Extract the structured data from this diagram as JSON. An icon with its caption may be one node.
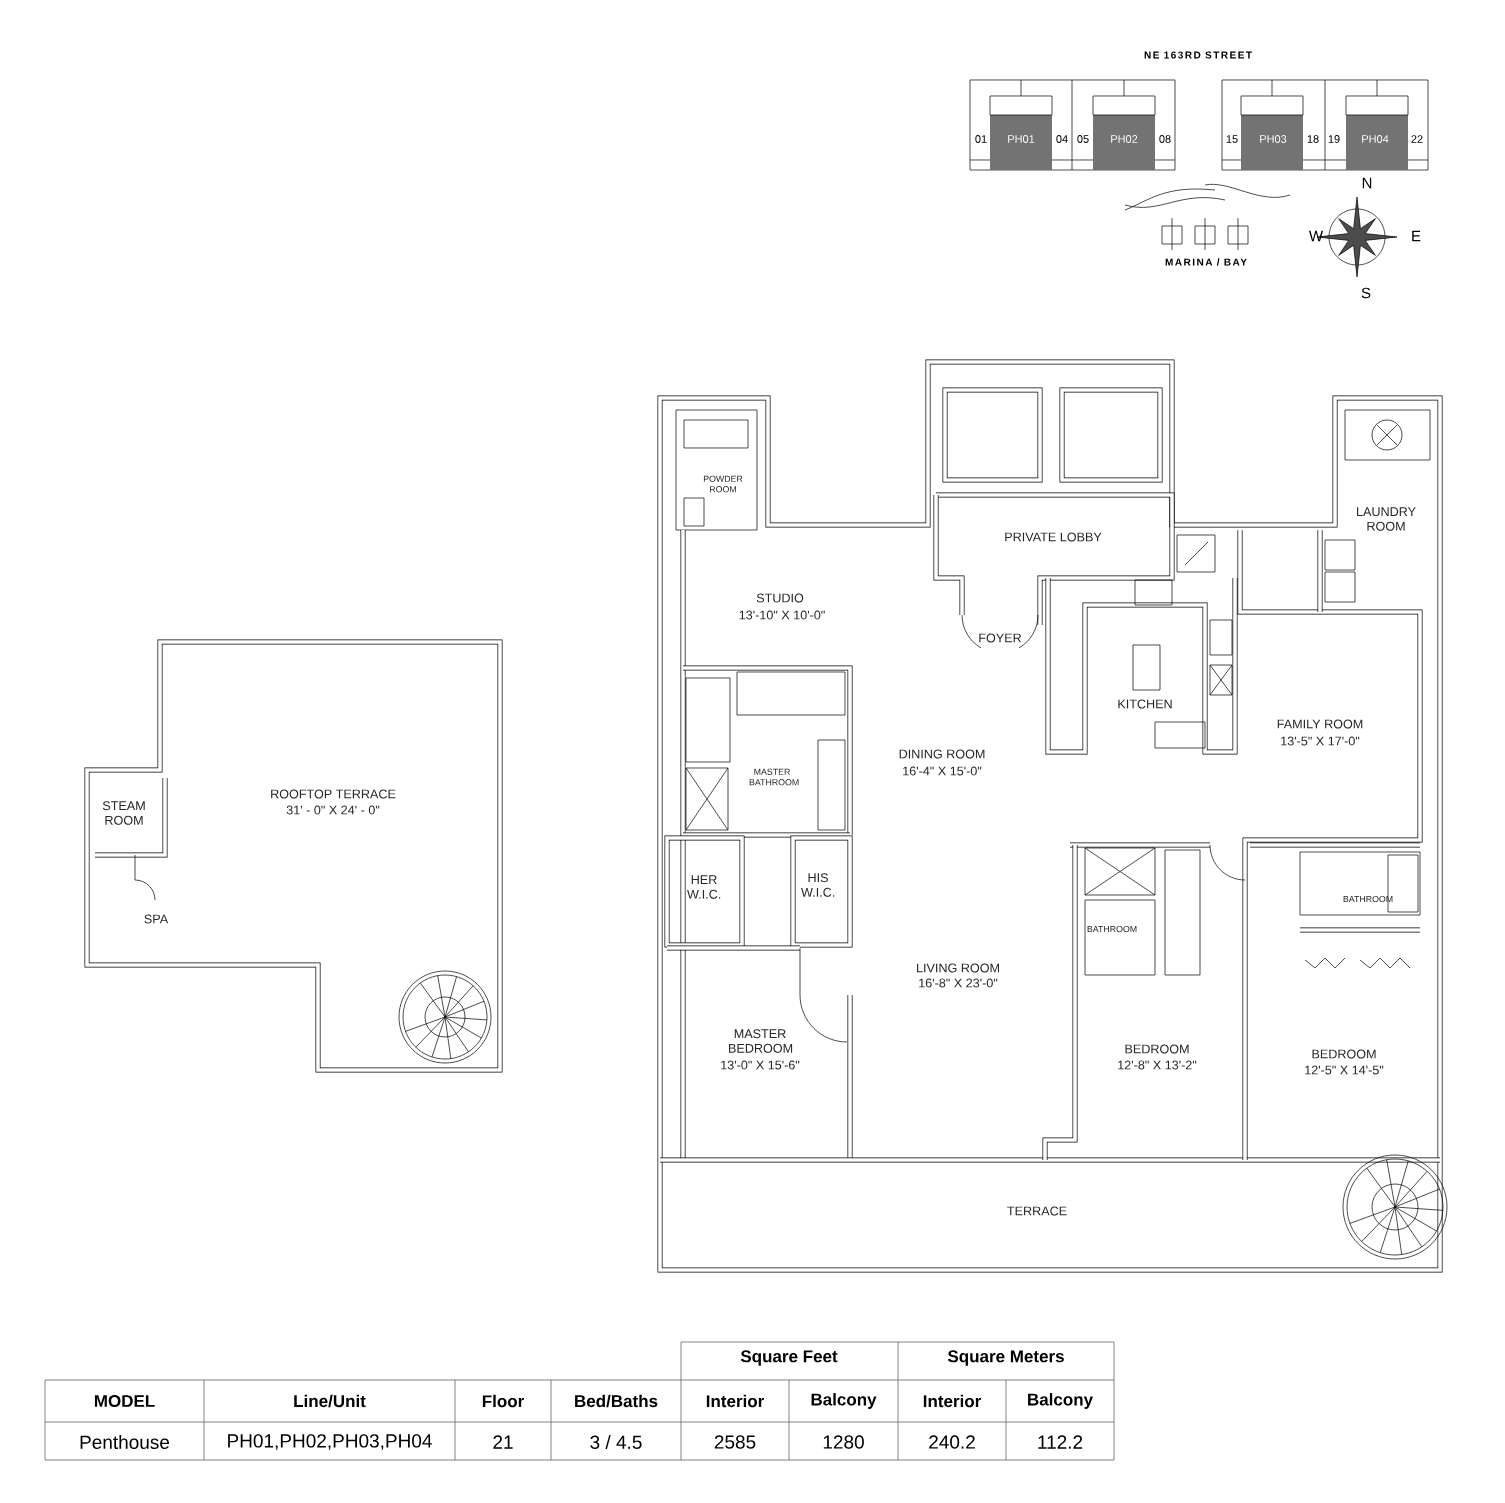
{
  "diagram": {
    "labels": [
      "NE 163RD STREET",
      "01",
      "PH01",
      "04",
      "05",
      "PH02",
      "08",
      "15",
      "PH03",
      "18",
      "19",
      "PH04",
      "22",
      "N",
      "W",
      "E",
      "MARINA / BAY",
      "S",
      "POWDER ROOM",
      "PRIVATE LOBBY",
      "LAUNDRY ROOM",
      "STUDIO",
      "13'-10\" X 10'-0\"",
      "FOYER",
      "KITCHEN",
      "FAMILY ROOM",
      "13'-5\" X 17'-0\"",
      "DINING ROOM",
      "16'-4\" X 15'-0\"",
      "MASTER BATHROOM",
      "ROOFTOP TERRACE",
      "31' - 0\" X 24' - 0\"",
      "STEAM ROOM",
      "SPA",
      "HER W.I.C.",
      "HIS W.I.C.",
      "BATHROOM",
      "BATHROOM",
      "LIVING ROOM",
      "16'-8\" X 23'-0\"",
      "MASTER BEDROOM",
      "13'-0\" X 15'-6\"",
      "BEDROOM",
      "12'-8\" X 13'-2\"",
      "BEDROOM",
      "12'-5\" X 14'-5\"",
      "TERRACE",
      "Square Feet",
      "Square Meters",
      "MODEL",
      "Line/Unit",
      "Floor",
      "Bed/Baths",
      "Interior",
      "Balcony",
      "Interior",
      "Balcony",
      "Penthouse",
      "PH01,PH02,PH03,PH04",
      "21",
      "3 / 4.5",
      "2585",
      "1280",
      "240.2",
      "112.2"
    ]
  }
}
